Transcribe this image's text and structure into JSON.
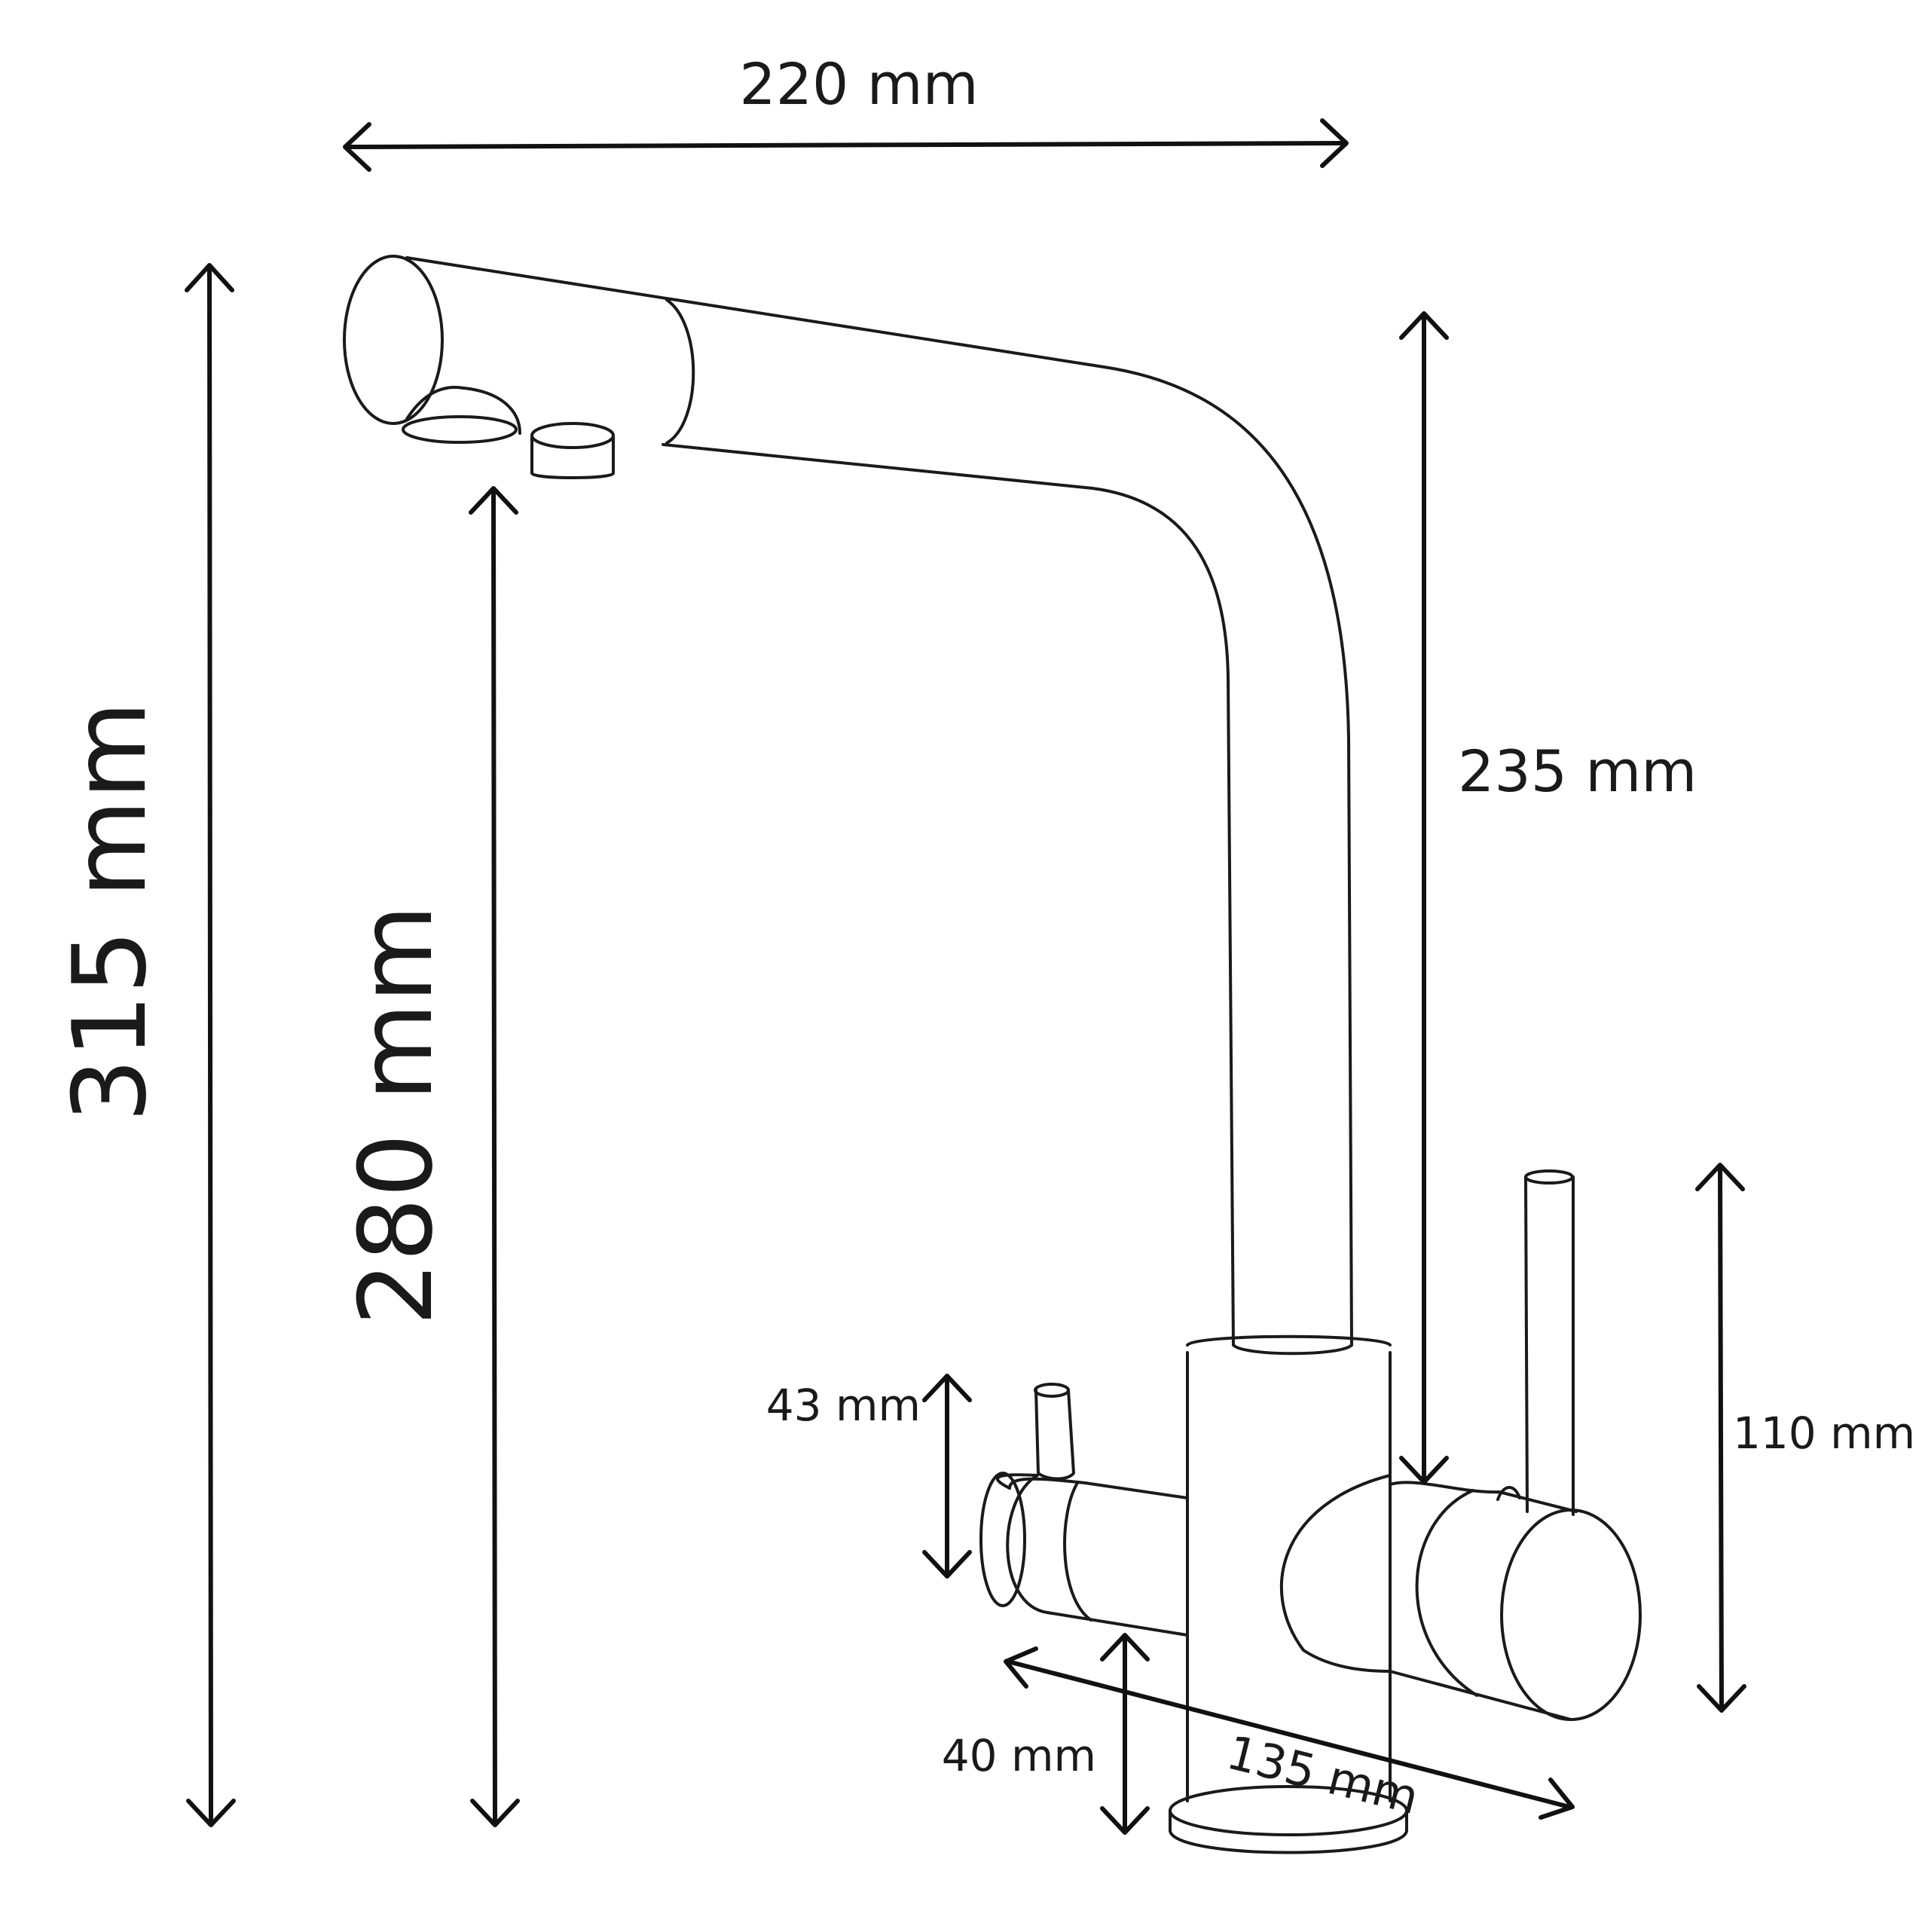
{
  "dimensions": {
    "width_top": "220 mm",
    "total_height": "315 mm",
    "spout_clearance": "280 mm",
    "body_height": "235 mm",
    "filter_lever_height": "43 mm",
    "base_to_handle": "40 mm",
    "body_depth": "135 mm",
    "main_lever_height": "110 mm"
  },
  "colors": {
    "line": "#1a1a1a",
    "background": "#ffffff"
  }
}
